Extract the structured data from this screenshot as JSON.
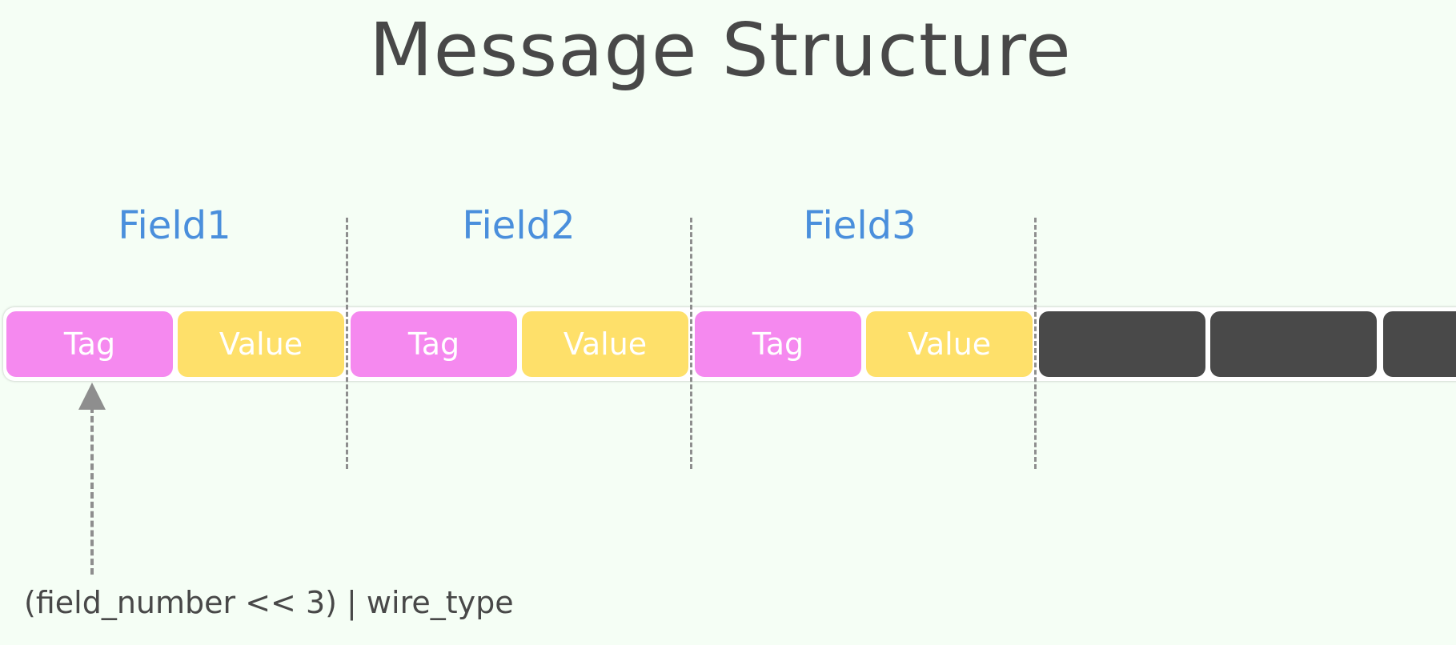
{
  "title": "Message Structure",
  "fields": [
    {
      "label": "Field1"
    },
    {
      "label": "Field2"
    },
    {
      "label": "Field3"
    }
  ],
  "blocks": {
    "tag_label": "Tag",
    "value_label": "Value"
  },
  "annotation": "(field_number << 3) | wire_type",
  "colors": {
    "background": "#f5fef5",
    "tag": "#f589ef",
    "value": "#fee06a",
    "empty": "#494949",
    "field_label": "#4a8fdc",
    "divider": "#8e8e8e",
    "title": "#484848"
  }
}
